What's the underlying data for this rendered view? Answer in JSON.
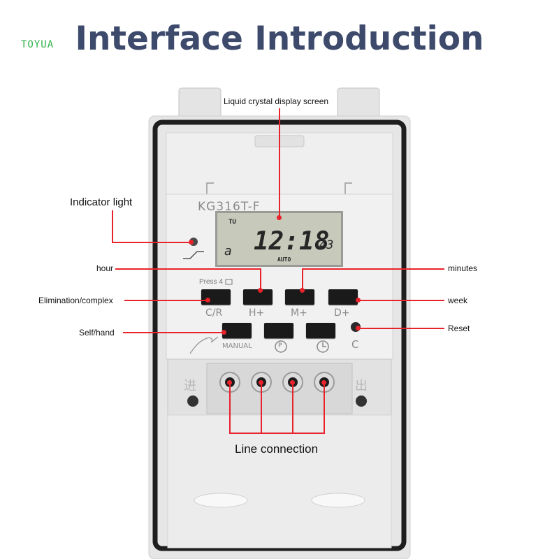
{
  "brand": "TOYUA",
  "title": "Interface Introduction",
  "device": {
    "model": "KG316T-F",
    "lcd": {
      "day": "TU",
      "time": "12:18",
      "seconds": "43",
      "program": "a",
      "mode": "AUTO"
    },
    "press_label": "Press 4",
    "buttons": {
      "cr": "C/R",
      "h": "H+",
      "m": "M+",
      "d": "D+",
      "manual": "MANUAL",
      "p": "P",
      "c": "C"
    },
    "side_chars": {
      "left": "进",
      "right": "出"
    }
  },
  "labels": {
    "lcd": "Liquid crystal display screen",
    "indicator": "Indicator light",
    "hour": "hour",
    "minutes": "minutes",
    "elimination": "Elimination/complex",
    "week": "week",
    "self_hand": "Self/hand",
    "reset": "Reset",
    "line_connection": "Line connection"
  },
  "colors": {
    "callout": "#e8232b",
    "title": "#3d4a6b",
    "brand": "#2fb24a"
  }
}
